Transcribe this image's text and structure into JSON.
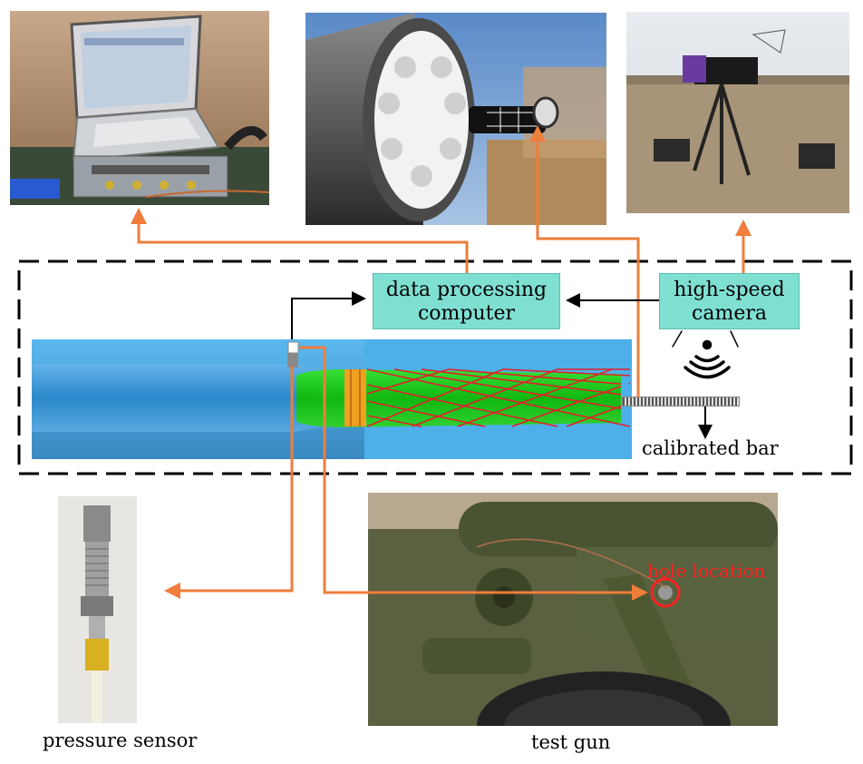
{
  "labels": {
    "data_processing_computer": [
      "data processing",
      "computer"
    ],
    "high_speed_camera": [
      "high-speed",
      "camera"
    ],
    "calibrated_bar": "calibrated bar",
    "pressure_sensor": "pressure sensor",
    "test_gun": "test gun",
    "hole_location": "hole location"
  },
  "colors": {
    "arrow_orange": "#ef7d3c",
    "box_teal": "#7fe0d2",
    "barrel_blue": "#5bb8ee",
    "projectile_green": "#1fd21f",
    "band_orange": "#f0a020",
    "helix_red": "#e0202a",
    "hole_red": "#ff2020"
  },
  "photos": [
    {
      "name": "data-acquisition-laptop-photo",
      "subject": "data acquisition laptop"
    },
    {
      "name": "muzzle-calibrated-bar-photo",
      "subject": "gun muzzle with calibrated bar"
    },
    {
      "name": "high-speed-camera-tripod-photo",
      "subject": "high-speed camera on tripod"
    },
    {
      "name": "pressure-sensor-photo",
      "subject": "pressure sensor"
    },
    {
      "name": "test-gun-photo",
      "subject": "test gun barrel"
    }
  ],
  "icons": {
    "camera_signal": "signal-wave-icon"
  }
}
